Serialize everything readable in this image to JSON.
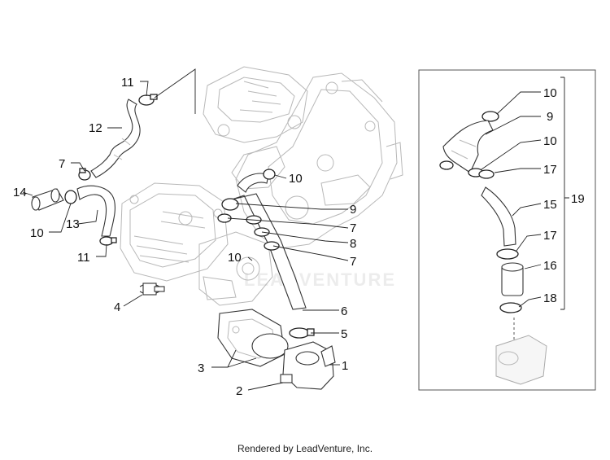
{
  "watermark": "LEADVENTURE",
  "footer_text": "Rendered by LeadVenture, Inc.",
  "callouts": [
    {
      "id": "c11a",
      "text": "11"
    },
    {
      "id": "c12",
      "text": "12"
    },
    {
      "id": "c7a",
      "text": "7"
    },
    {
      "id": "c14",
      "text": "14"
    },
    {
      "id": "c13",
      "text": "13"
    },
    {
      "id": "c10a",
      "text": "10"
    },
    {
      "id": "c11b",
      "text": "11"
    },
    {
      "id": "c4",
      "text": "4"
    },
    {
      "id": "c10b",
      "text": "10"
    },
    {
      "id": "c9a",
      "text": "9"
    },
    {
      "id": "c7b",
      "text": "7"
    },
    {
      "id": "c8",
      "text": "8"
    },
    {
      "id": "c7c",
      "text": "7"
    },
    {
      "id": "c10c",
      "text": "10"
    },
    {
      "id": "c6",
      "text": "6"
    },
    {
      "id": "c5",
      "text": "5"
    },
    {
      "id": "c1",
      "text": "1"
    },
    {
      "id": "c3",
      "text": "3"
    },
    {
      "id": "c2",
      "text": "2"
    },
    {
      "id": "c10d",
      "text": "10"
    },
    {
      "id": "c9b",
      "text": "9"
    },
    {
      "id": "c10e",
      "text": "10"
    },
    {
      "id": "c17a",
      "text": "17"
    },
    {
      "id": "c15",
      "text": "15"
    },
    {
      "id": "c19",
      "text": "19"
    },
    {
      "id": "c17b",
      "text": "17"
    },
    {
      "id": "c16",
      "text": "16"
    },
    {
      "id": "c18",
      "text": "18"
    }
  ]
}
